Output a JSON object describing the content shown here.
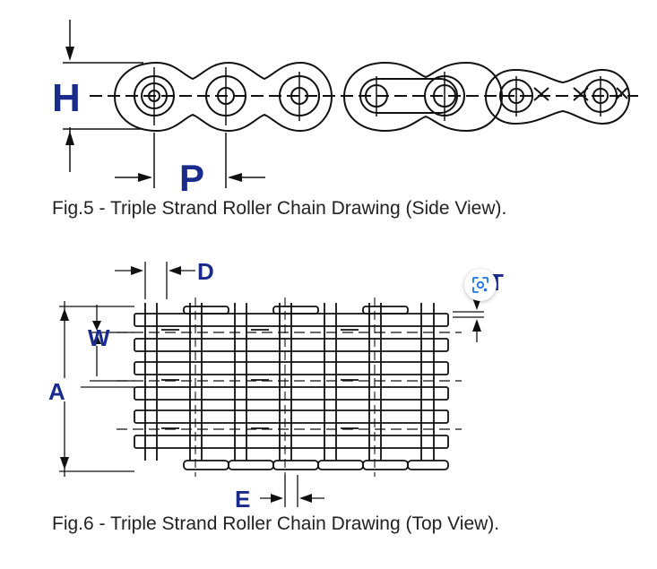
{
  "figures": {
    "side_view": {
      "caption": "Fig.5 - Triple Strand Roller Chain Drawing (Side View).",
      "dimensions": [
        "H",
        "P"
      ]
    },
    "top_view": {
      "caption": "Fig.6 - Triple Strand Roller Chain Drawing (Top View).",
      "dimensions": [
        "D",
        "T",
        "W",
        "A",
        "E"
      ]
    }
  },
  "colors": {
    "dimension_label": "#1a2b8c",
    "drawing": "#111111",
    "caption": "#222222"
  },
  "icons": {
    "overlay": "lens-search-icon"
  }
}
